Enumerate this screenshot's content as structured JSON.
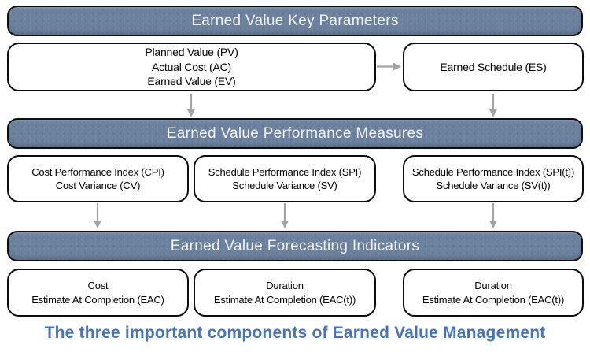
{
  "diagram": {
    "headers": [
      {
        "label": "Earned Value Key Parameters"
      },
      {
        "label": "Earned Value Performance Measures"
      },
      {
        "label": "Earned Value Forecasting Indicators"
      }
    ],
    "key_parameters_box": {
      "lines": [
        "Planned Value (PV)",
        "Actual Cost (AC)",
        "Earned Value (EV)"
      ]
    },
    "earned_schedule_box": {
      "label": "Earned Schedule (ES)"
    },
    "performance_boxes": [
      {
        "lines": [
          "Cost Performance Index (CPI)",
          "Cost Variance (CV)"
        ]
      },
      {
        "lines": [
          "Schedule Performance Index (SPI)",
          "Schedule Variance (SV)"
        ]
      },
      {
        "lines": [
          "Schedule Performance Index (SPI(t))",
          "Schedule Variance (SV(t))"
        ]
      }
    ],
    "forecasting_boxes": [
      {
        "title": "Cost",
        "label": "Estimate At Completion (EAC)"
      },
      {
        "title": "Duration",
        "label": "Estimate At Completion (EAC(t))"
      },
      {
        "title": "Duration",
        "label": "Estimate At Completion (EAC(t))"
      }
    ],
    "caption": "The three important components of Earned Value Management",
    "colors": {
      "header_fill": "#6b819e",
      "header_text": "#f2f3f5",
      "box_border": "#0d0d0d",
      "box_fill": "#ffffff",
      "arrow": "#a3a3a3",
      "caption_text": "#4472c4"
    }
  }
}
